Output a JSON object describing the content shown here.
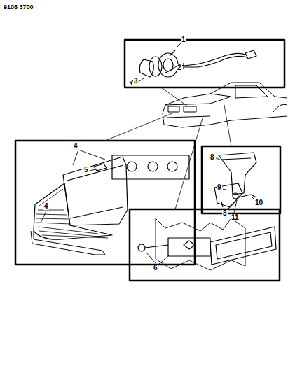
{
  "diagram": {
    "labels": [
      "9108 3700",
      "1",
      "2",
      "3",
      "4",
      "5",
      "4",
      "6",
      "8",
      "9",
      "10",
      "8",
      "11"
    ]
  }
}
